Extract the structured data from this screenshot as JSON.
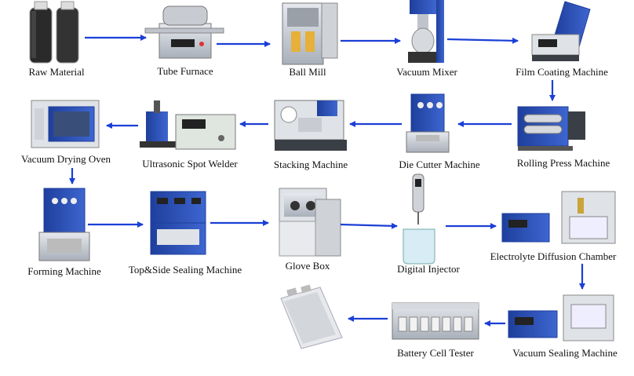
{
  "colors": {
    "arrow": "#1b3fd6",
    "machine_blue": "#2a4fb8",
    "steel": "#c9ced6",
    "dark": "#2b2f36",
    "powder": "#2a2a2a",
    "glass": "#d7ecf5"
  },
  "steps": [
    {
      "id": "raw-material",
      "label": "Raw Material",
      "icon": "bottles-icon"
    },
    {
      "id": "tube-furnace",
      "label": "Tube Furnace",
      "icon": "tube-furnace-icon"
    },
    {
      "id": "ball-mill",
      "label": "Ball Mill",
      "icon": "ball-mill-icon"
    },
    {
      "id": "vacuum-mixer",
      "label": "Vacuum Mixer",
      "icon": "vacuum-mixer-icon"
    },
    {
      "id": "film-coating-machine",
      "label": "Film Coating Machine",
      "icon": "film-coater-icon"
    },
    {
      "id": "rolling-press-machine",
      "label": "Rolling Press Machine",
      "icon": "rolling-press-icon"
    },
    {
      "id": "die-cutter-machine",
      "label": "Die Cutter Machine",
      "icon": "die-cutter-icon"
    },
    {
      "id": "stacking-machine",
      "label": "Stacking Machine",
      "icon": "stacking-machine-icon"
    },
    {
      "id": "ultrasonic-spot-welder",
      "label": "Ultrasonic Spot Welder",
      "icon": "spot-welder-icon"
    },
    {
      "id": "vacuum-drying-oven",
      "label": "Vacuum Drying Oven",
      "icon": "drying-oven-icon"
    },
    {
      "id": "forming-machine",
      "label": "Forming Machine",
      "icon": "forming-machine-icon"
    },
    {
      "id": "top-side-sealing-machine",
      "label": "Top&Side Sealing Machine",
      "icon": "sealing-machine-icon"
    },
    {
      "id": "glove-box",
      "label": "Glove Box",
      "icon": "glove-box-icon"
    },
    {
      "id": "digital-injector",
      "label": "Digital Injector",
      "icon": "injector-icon"
    },
    {
      "id": "electrolyte-diffusion-chamber",
      "label": "Electrolyte Diffusion Chamber",
      "icon": "diffusion-chamber-icon"
    },
    {
      "id": "vacuum-sealing-machine",
      "label": "Vacuum Sealing Machine",
      "icon": "vacuum-sealer-icon"
    },
    {
      "id": "battery-cell-tester",
      "label": "Battery Cell Tester",
      "icon": "cell-tester-icon"
    },
    {
      "id": "pouch-cell",
      "label": "",
      "icon": "pouch-cell-icon"
    }
  ]
}
